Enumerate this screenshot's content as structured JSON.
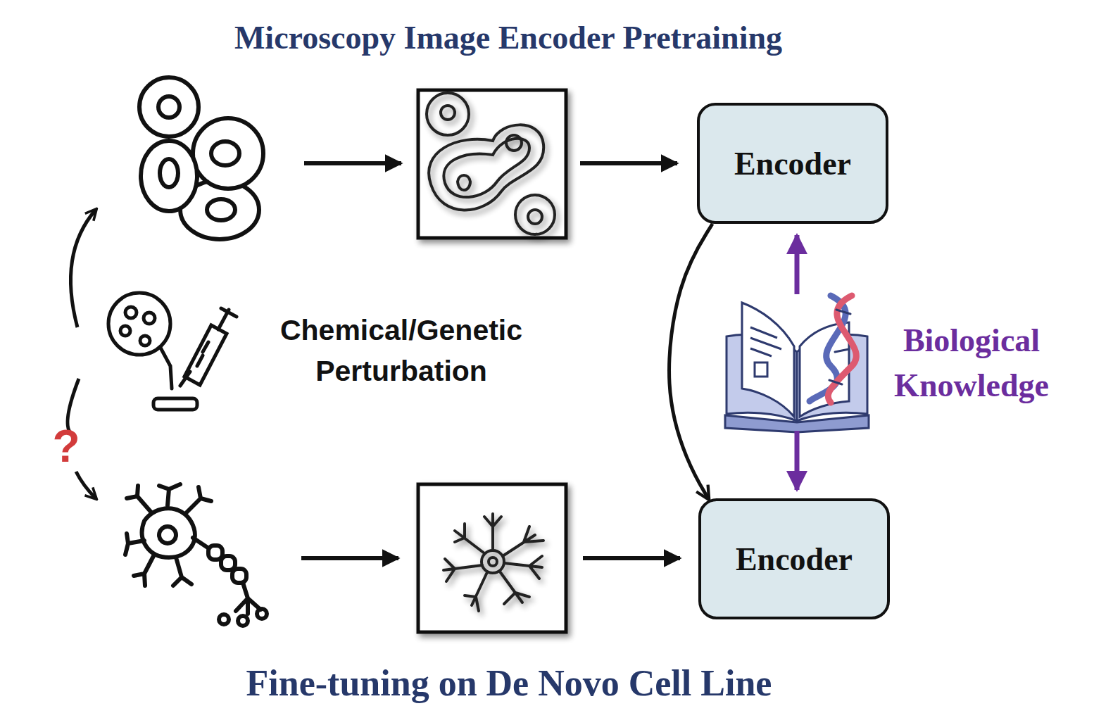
{
  "diagram": {
    "title": "Microscopy Image Encoder Pretraining",
    "caption": "Fine-tuning on De Novo Cell Line",
    "nodes": [
      {
        "text": [
          "Encoder"
        ]
      },
      {
        "text": [
          "Encoder"
        ]
      }
    ],
    "edges": [
      {
        "from": 0,
        "to": 1,
        "arrow": "to"
      }
    ],
    "labels": [
      "Chemical/Genetic Perturbation",
      "Biological Knowledge",
      "?"
    ]
  }
}
